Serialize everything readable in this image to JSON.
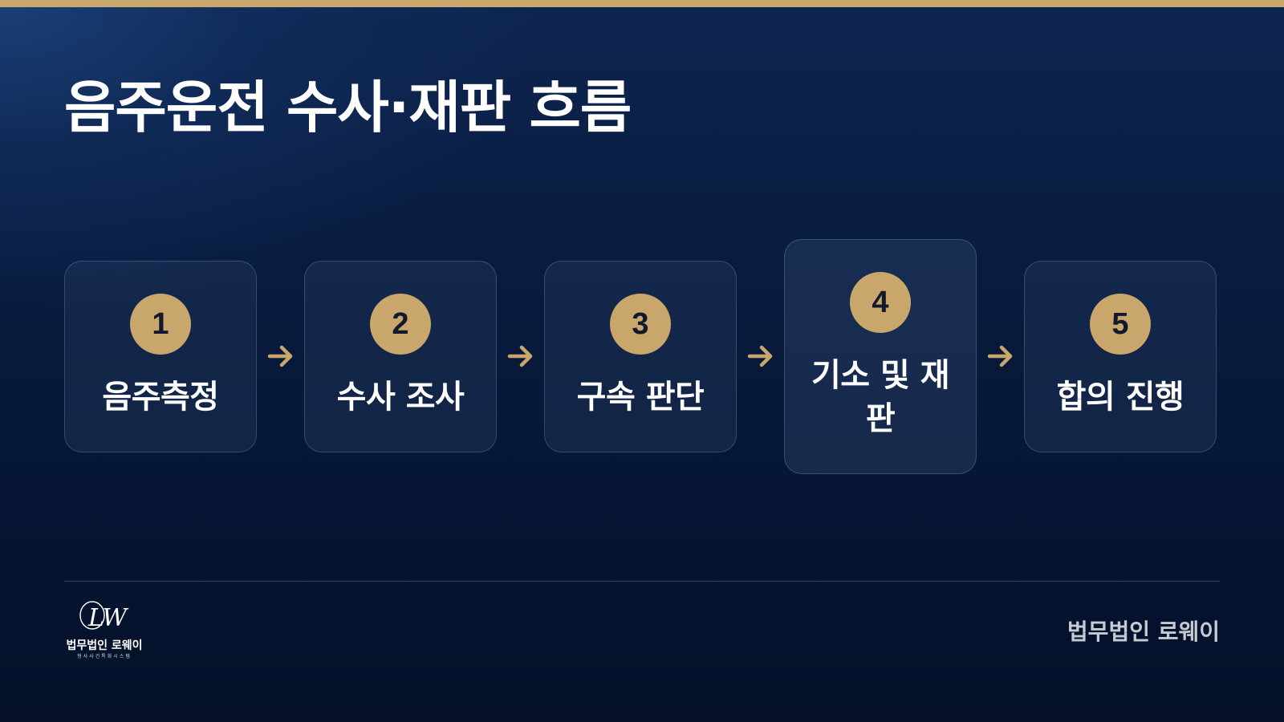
{
  "title": "음주운전 수사·재판 흐름",
  "steps": [
    {
      "number": "1",
      "label": "음주측정"
    },
    {
      "number": "2",
      "label": "수사 조사"
    },
    {
      "number": "3",
      "label": "구속 판단"
    },
    {
      "number": "4",
      "label": "기소 및 재판"
    },
    {
      "number": "5",
      "label": "합의 진행"
    }
  ],
  "logo": {
    "mark": "LW",
    "name": "법무법인 로웨이",
    "tagline": "형사사건특화시스템"
  },
  "footer": {
    "brand": "법무법인 로웨이"
  },
  "colors": {
    "accent": "#c9a66b",
    "background": "#081a3c",
    "text": "#ffffff"
  }
}
